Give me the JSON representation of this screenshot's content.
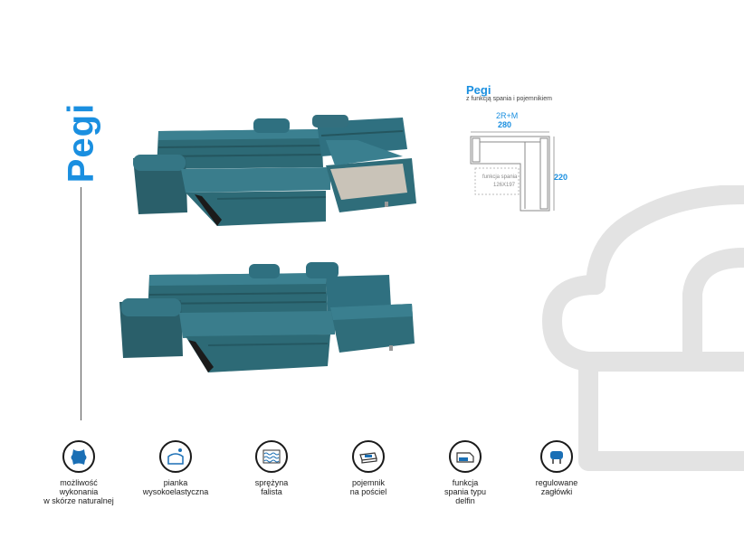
{
  "brand": {
    "title": "Pegi",
    "accent": "#1a8fe0",
    "sofa_color": "#2f6f7b"
  },
  "dimensions": {
    "title": "Pegi",
    "subtitle": "z funkcją spania i pojemnikiem",
    "code": "2R+M",
    "width": "280",
    "depth": "220",
    "bed_label": "funkcja spania",
    "bed_size": "126X197"
  },
  "features": [
    {
      "icon": "leather-hide-icon",
      "lines": [
        "możliwość",
        "wykonania",
        "w skórze naturalnej"
      ]
    },
    {
      "icon": "foam-icon",
      "lines": [
        "pianka",
        "wysokoelastyczna"
      ]
    },
    {
      "icon": "spring-icon",
      "lines": [
        "sprężyna",
        "falista"
      ]
    },
    {
      "icon": "storage-container-icon",
      "lines": [
        "pojemnik",
        "na pościel"
      ]
    },
    {
      "icon": "sleep-function-icon",
      "lines": [
        "funkcja",
        "spania typu",
        "delfin"
      ]
    },
    {
      "icon": "adjustable-headrest-icon",
      "lines": [
        "regulowane",
        "zagłówki"
      ]
    }
  ]
}
